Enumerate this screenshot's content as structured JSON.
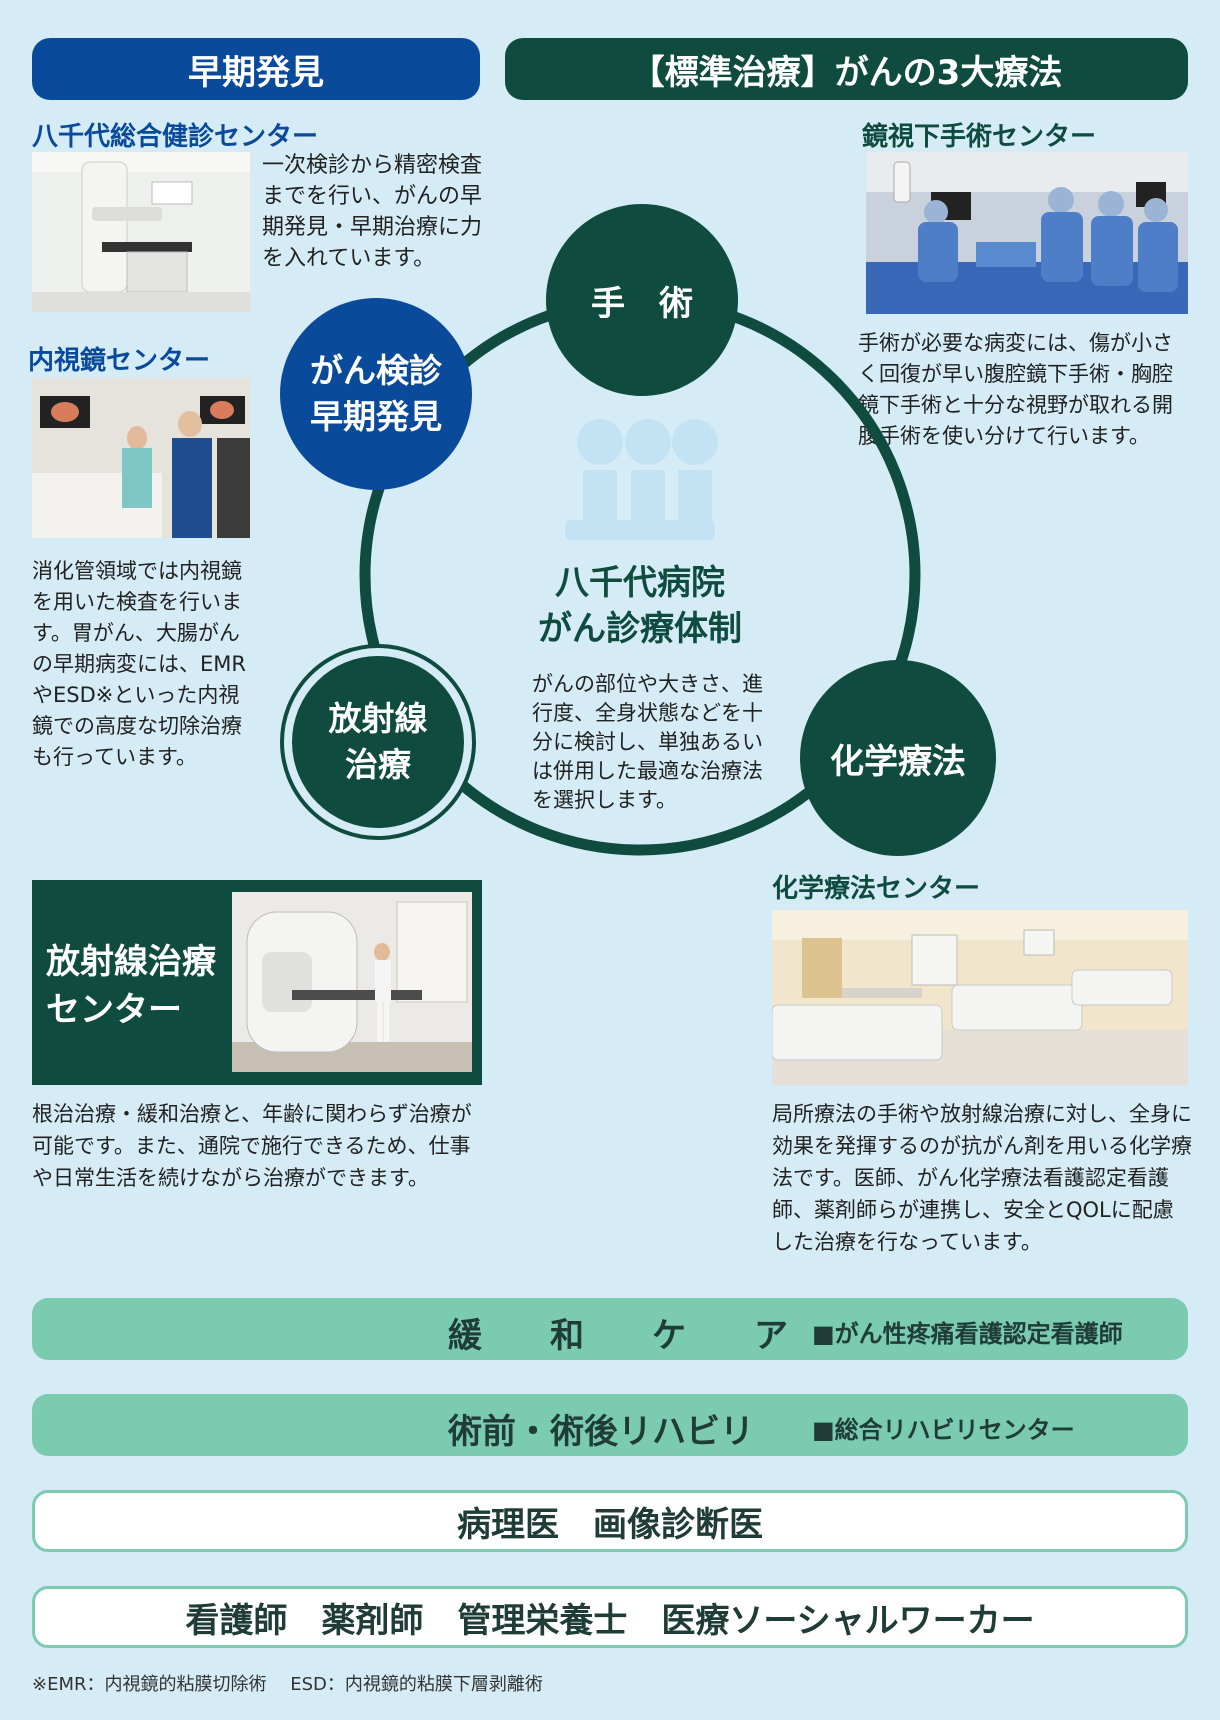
{
  "headers": {
    "early_detection": "早期発見",
    "standard_treatment": "【標準治療】がんの3大療法"
  },
  "kenshin": {
    "title": "八千代総合健診センター",
    "text": "一次検診から精密検査までを行い、がんの早期発見・早期治療に力を入れています。"
  },
  "naishikyo": {
    "title": "内視鏡センター",
    "text": "消化管領域では内視鏡を用いた検査を行います。胃がん、大腸がんの早期病変には、EMRやESD※といった内視鏡での高度な切除治療も行っています。"
  },
  "surgery_center": {
    "title": "鏡視下手術センター",
    "text": "手術が必要な病変には、傷が小さく回復が早い腹腔鏡下手術・胸腔鏡下手術と十分な視野が取れる開腹手術を使い分けて行います。"
  },
  "diagram": {
    "node_screening": "がん検診\n早期発見",
    "node_surgery": "手　術",
    "node_radiation": "放射線\n治療",
    "node_chemo": "化学療法",
    "center_title": "八千代病院\nがん診療体制",
    "center_text": "がんの部位や大きさ、進行度、全身状態などを十分に検討し、単独あるいは併用した最適な治療法を選択します。"
  },
  "radiation_center": {
    "title": "放射線治療\nセンター",
    "text": "根治治療・緩和治療と、年齢に関わらず治療が可能です。また、通院で施行できるため、仕事や日常生活を続けながら治療ができます。"
  },
  "chemo_center": {
    "title": "化学療法センター",
    "text": "局所療法の手術や放射線治療に対し、全身に効果を発揮するのが抗がん剤を用いる化学療法です。医師、がん化学療法看護認定看護師、薬剤師らが連携し、安全とQOLに配慮した治療を行なっています。"
  },
  "bars": {
    "palliative": "緩　　和　　ケ　　ア",
    "palliative_sub": "■がん性疼痛看護認定看護師",
    "rehab": "術前・術後リハビリ",
    "rehab_sub": "■総合リハビリセンター",
    "pathology": "病理医　画像診断医",
    "staff": "看護師　薬剤師　管理栄養士　医療ソーシャルワーカー"
  },
  "footnote": "※EMR：内視鏡的粘膜切除術　 ESD：内視鏡的粘膜下層剥離術",
  "colors": {
    "blue": "#0a4a9b",
    "dark_green": "#0f4c3f",
    "mint": "#7bcbb1",
    "background": "#d5ecf7"
  }
}
